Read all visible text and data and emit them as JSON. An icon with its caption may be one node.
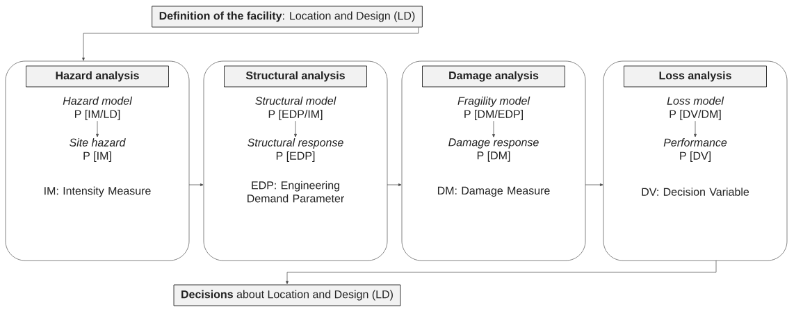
{
  "diagram": {
    "nodes": [
      {
        "text": [
          "**Definition of the facility**: Location and Design (LD)"
        ]
      },
      {
        "text": [
          "IM: Intensity Measure"
        ]
      },
      {
        "text": [
          "Hazard analysis"
        ],
        "in": 1
      },
      {
        "text": [
          "Hazard model",
          "P [IM/LD]"
        ],
        "in": 1
      },
      {
        "text": [
          "Site hazard",
          "P [IM]"
        ],
        "in": 1
      },
      {
        "text": [
          "EDP: Engineering Demand Parameter"
        ]
      },
      {
        "text": [
          "Structural analysis"
        ],
        "in": 5
      },
      {
        "text": [
          "Structural model",
          "P [EDP/IM]"
        ],
        "in": 5
      },
      {
        "text": [
          "Structural response",
          "P [EDP]"
        ],
        "in": 5
      },
      {
        "text": [
          "DM: Damage Measure"
        ]
      },
      {
        "text": [
          "Damage analysis"
        ],
        "in": 9
      },
      {
        "text": [
          "Fragility model",
          "P [DM/EDP]"
        ],
        "in": 9
      },
      {
        "text": [
          "Damage response",
          "P [DM]"
        ],
        "in": 9
      },
      {
        "text": [
          "DV: Decision Variable"
        ]
      },
      {
        "text": [
          "Loss analysis"
        ],
        "in": 13
      },
      {
        "text": [
          "Loss model",
          "P [DV/DM]"
        ],
        "in": 13
      },
      {
        "text": [
          "Performance",
          "P [DV]"
        ],
        "in": 13
      },
      {
        "text": [
          "**Decisions** about Location and Design (LD)"
        ]
      }
    ],
    "edges": [
      {
        "from": 0,
        "to": 1,
        "arrow": "to"
      },
      {
        "from": 3,
        "to": 4,
        "arrow": "to"
      },
      {
        "from": 7,
        "to": 8,
        "arrow": "to"
      },
      {
        "from": 11,
        "to": 12,
        "arrow": "to"
      },
      {
        "from": 15,
        "to": 16,
        "arrow": "to"
      },
      {
        "from": 1,
        "to": 5,
        "arrow": "to"
      },
      {
        "from": 5,
        "to": 9,
        "arrow": "to"
      },
      {
        "from": 9,
        "to": 13,
        "arrow": "to"
      },
      {
        "from": 13,
        "to": 17,
        "arrow": "to"
      }
    ]
  }
}
